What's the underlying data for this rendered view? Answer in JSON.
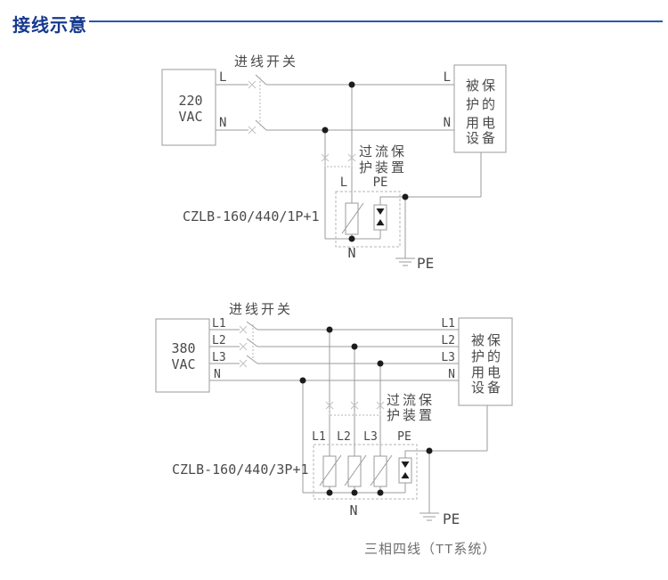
{
  "header": {
    "title": "接线示意"
  },
  "colors": {
    "accent_blue": "#16398f",
    "rule_blue": "#2b57ad",
    "wire_gray": "#9b9b9b",
    "text_gray": "#4a4a4a"
  },
  "top_diagram": {
    "source": {
      "voltage": "220",
      "unit": "VAC"
    },
    "switch_label": "进线开关",
    "source_terminals": {
      "l": "L",
      "n": "N"
    },
    "equipment_terminals": {
      "l": "L",
      "n": "N"
    },
    "equipment": [
      "被保",
      "护的",
      "用电",
      "设备"
    ],
    "ocp_label": {
      "line1": "过流保",
      "line2": "护装置"
    },
    "spd": {
      "model": "CZLB-160/440/1P+1",
      "t_l": "L",
      "t_pe": "PE",
      "t_n": "N"
    },
    "ground_label": "PE"
  },
  "bottom_diagram": {
    "source": {
      "voltage": "380",
      "unit": "VAC"
    },
    "switch_label": "进线开关",
    "source_terminals": {
      "l1": "L1",
      "l2": "L2",
      "l3": "L3",
      "n": "N"
    },
    "equipment_terminals": {
      "l1": "L1",
      "l2": "L2",
      "l3": "L3",
      "n": "N"
    },
    "equipment": [
      "被保",
      "护的",
      "用电",
      "设备"
    ],
    "ocp_label": {
      "line1": "过流保",
      "line2": "护装置"
    },
    "spd": {
      "model": "CZLB-160/440/3P+1",
      "t_l1": "L1",
      "t_l2": "L2",
      "t_l3": "L3",
      "t_pe": "PE",
      "t_n": "N"
    },
    "ground_label": "PE",
    "caption": "三相四线（TT系统）"
  }
}
